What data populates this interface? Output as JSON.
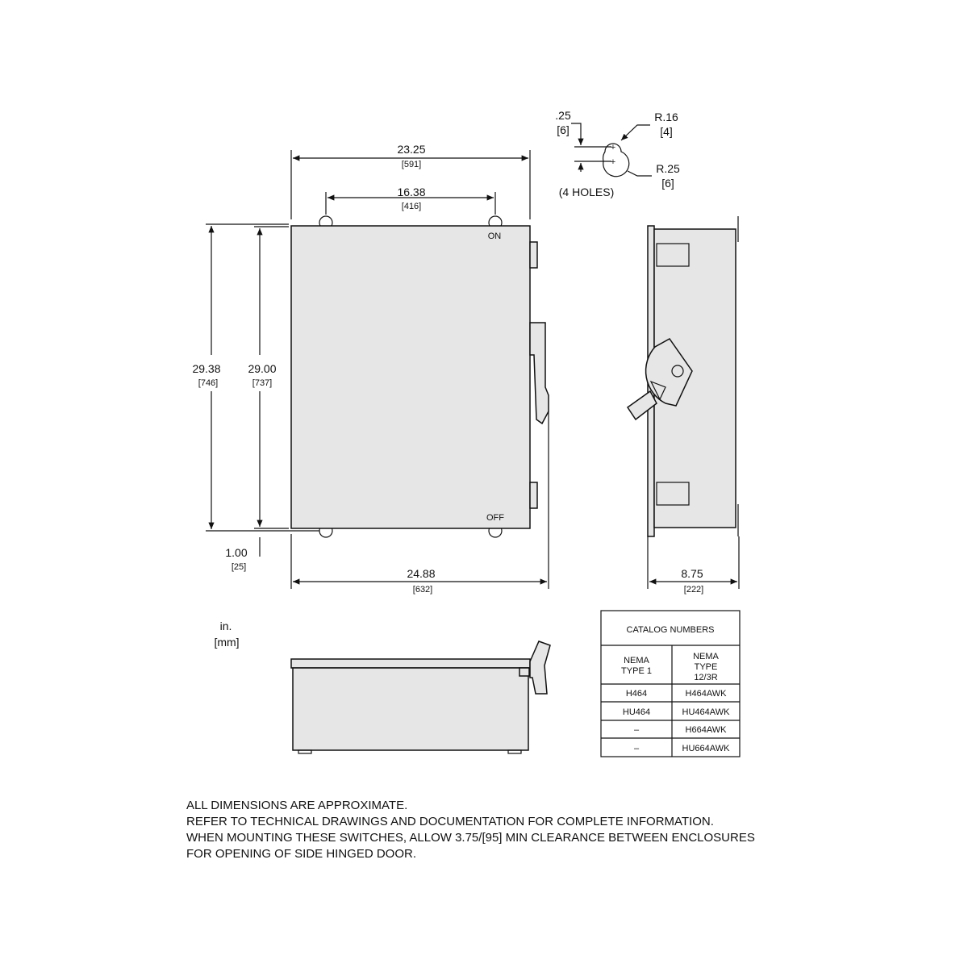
{
  "keyhole_detail": {
    "offset": ".25",
    "offset_mm": "[6]",
    "small_radius": "R.16",
    "small_radius_mm": "[4]",
    "large_radius": "R.25",
    "large_radius_mm": "[6]",
    "note": "(4 HOLES)"
  },
  "front_view": {
    "overall_width": "23.25",
    "overall_width_mm": "[591]",
    "mount_spacing": "16.38",
    "mount_spacing_mm": "[416]",
    "overall_height": "29.38",
    "overall_height_mm": "[746]",
    "body_height": "29.00",
    "body_height_mm": "[737]",
    "tab": "1.00",
    "tab_mm": "[25]",
    "width_with_handle": "24.88",
    "width_with_handle_mm": "[632]",
    "on_label": "ON",
    "off_label": "OFF"
  },
  "side_view": {
    "depth": "8.75",
    "depth_mm": "[222]"
  },
  "units": {
    "inch": "in.",
    "mm": "[mm]"
  },
  "catalog_table": {
    "title": "CATALOG NUMBERS",
    "col1_header": [
      "NEMA",
      "TYPE 1"
    ],
    "col2_header": [
      "NEMA",
      "TYPE",
      "12/3R"
    ],
    "rows": [
      [
        "H464",
        "H464AWK"
      ],
      [
        "HU464",
        "HU464AWK"
      ],
      [
        "–",
        "H664AWK"
      ],
      [
        "–",
        "HU664AWK"
      ]
    ]
  },
  "notes": [
    "ALL DIMENSIONS ARE APPROXIMATE.",
    "REFER TO TECHNICAL DRAWINGS AND DOCUMENTATION FOR COMPLETE INFORMATION.",
    "WHEN MOUNTING THESE SWITCHES, ALLOW 3.75/[95] MIN CLEARANCE BETWEEN ENCLOSURES",
    "FOR OPENING OF SIDE HINGED DOOR."
  ]
}
